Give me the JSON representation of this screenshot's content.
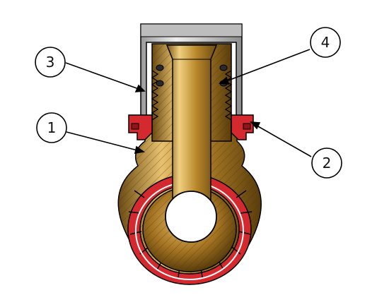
{
  "callouts": [
    {
      "id": "callout-1",
      "label": "1"
    },
    {
      "id": "callout-2",
      "label": "2"
    },
    {
      "id": "callout-3",
      "label": "3"
    },
    {
      "id": "callout-4",
      "label": "4"
    }
  ],
  "colors": {
    "brass_dark": "#6b4a12",
    "brass_mid": "#b8862a",
    "brass_light": "#e8c270",
    "red_seal": "#d42a2f",
    "red_dark": "#8f1518",
    "cap_gray": "#cfcfcf",
    "cap_dark": "#8c8c8c",
    "outline": "#000000"
  }
}
